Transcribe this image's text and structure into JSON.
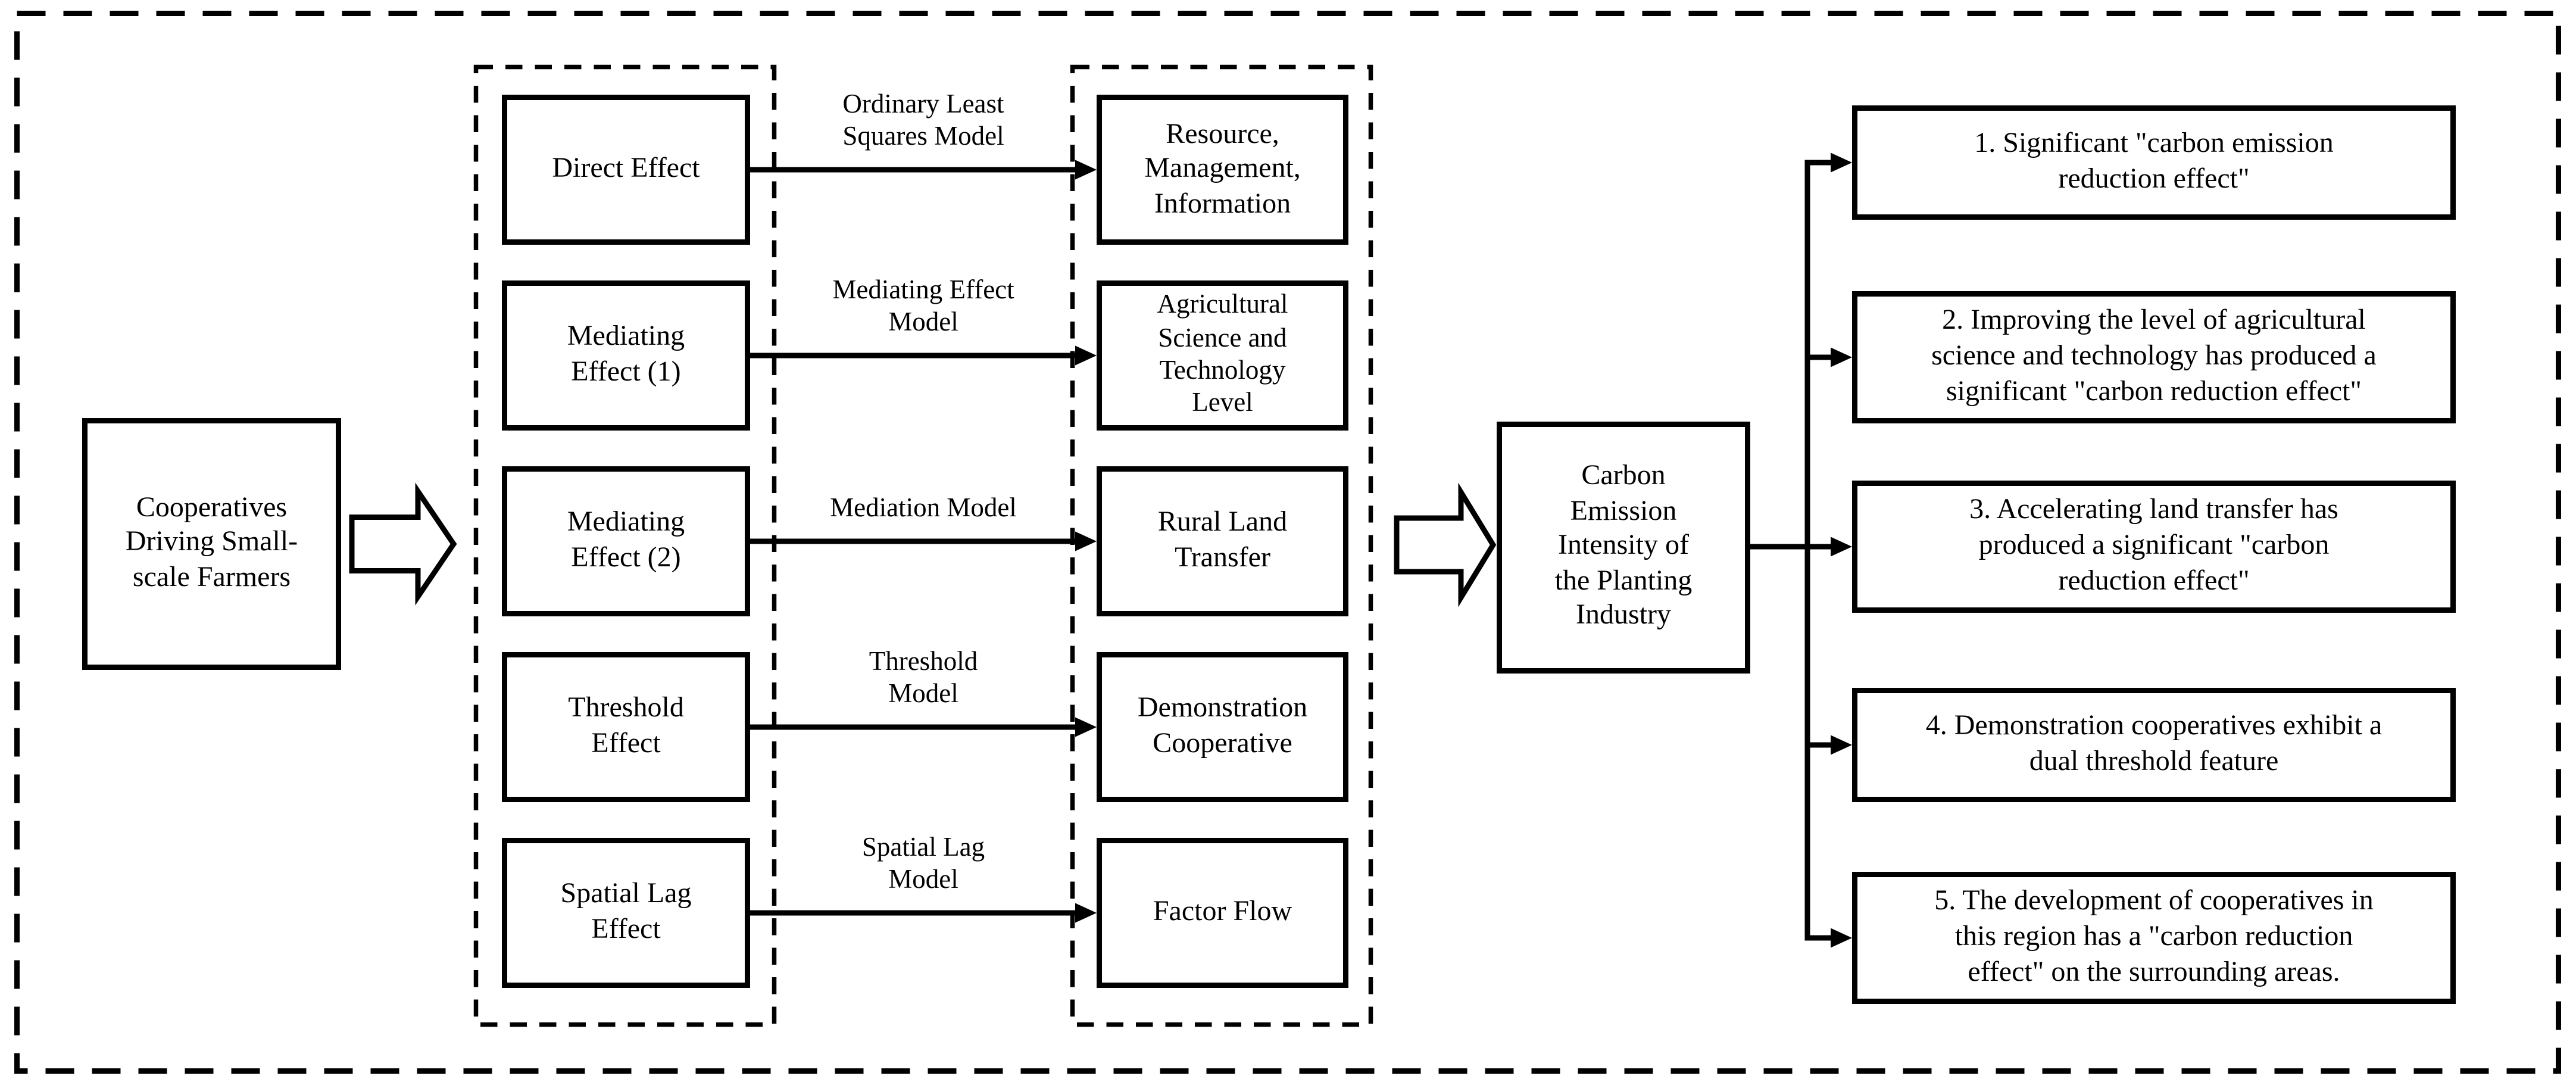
{
  "diagram": {
    "source_box": {
      "label": "Cooperatives\nDriving Small-\nscale Farmers"
    },
    "analysis_rows": [
      {
        "effect": "Direct Effect",
        "model": "Ordinary Least\nSquares Model",
        "outcome": "Resource,\nManagement,\nInformation"
      },
      {
        "effect": "Mediating\nEffect (1)",
        "model": "Mediating Effect\nModel",
        "outcome": "Agricultural\nScience and\nTechnology\nLevel"
      },
      {
        "effect": "Mediating\nEffect (2)",
        "model": "Mediation Model",
        "outcome": "Rural Land\nTransfer"
      },
      {
        "effect": "Threshold\nEffect",
        "model": "Threshold\nModel",
        "outcome": "Demonstration\nCooperative"
      },
      {
        "effect": "Spatial Lag\nEffect",
        "model": "Spatial Lag\nModel",
        "outcome": "Factor Flow"
      }
    ],
    "outcome_box": {
      "label": "Carbon\nEmission\nIntensity of\nthe Planting\nIndustry"
    },
    "findings": [
      "1. Significant \"carbon emission\nreduction effect\"",
      "2. Improving the level of agricultural\nscience and technology has produced a\nsignificant \"carbon reduction effect\"",
      "3. Accelerating land transfer has\nproduced a significant \"carbon\nreduction effect\"",
      "4. Demonstration cooperatives exhibit a\ndual threshold feature",
      "5. The development of cooperatives in\nthis region has a \"carbon reduction\neffect\" on the surrounding areas."
    ],
    "colors": {
      "line": "#000000",
      "background": "#ffffff"
    }
  }
}
